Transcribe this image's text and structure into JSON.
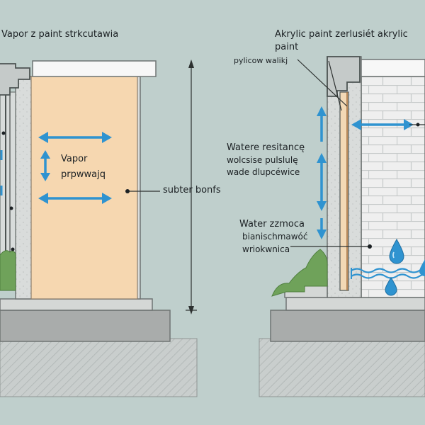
{
  "left_panel": {
    "title": "Vapor z paint strkcutawia",
    "vapor_label_line1": "Vapor",
    "vapor_label_line2": "prpwwajq",
    "subtext_label": "subter bonfs"
  },
  "right_panel": {
    "title_line1": "Akrylic paint zerlusiét akrylic",
    "title_line2": "paint",
    "subtitle": "pylicow walikj",
    "resistance_line1": "Watere resitancę",
    "resistance_line2": "wolcsise pulslulę",
    "resistance_line3": "wade dlupcéwice",
    "water_line1": "Water zzmoca",
    "water_line2": "bianischmawóć",
    "water_line3": "wriokwnica"
  },
  "colors": {
    "background": "#bfcfcc",
    "wall_fill": "#f6d7b0",
    "concrete": "#cfd3d2",
    "footing": "#a9acab",
    "brick": "#eeeeee",
    "arrow": "#2f93d0",
    "grass": "#6fa25a"
  }
}
